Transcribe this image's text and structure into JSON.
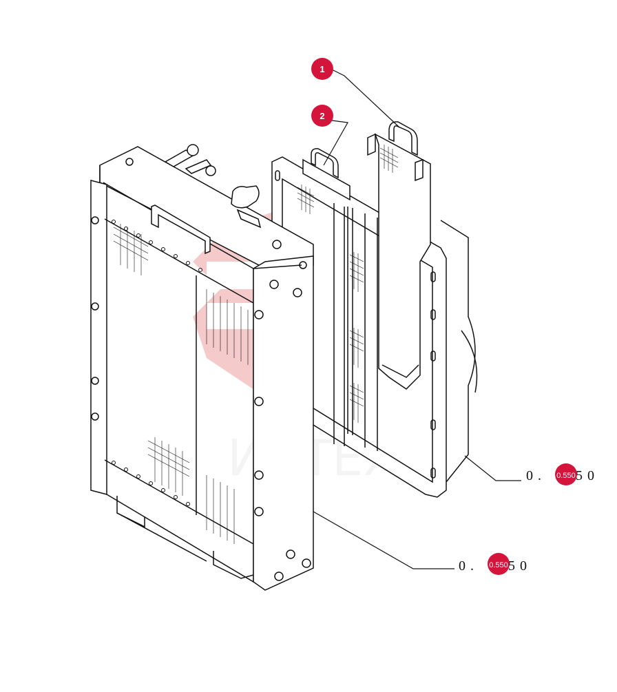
{
  "callouts": [
    {
      "label": "1"
    },
    {
      "label": "2"
    }
  ],
  "references": [
    {
      "prefix": "0 .",
      "badge": "0.550",
      "suffix": "5 0"
    },
    {
      "prefix": "0 .",
      "badge": "0.550",
      "suffix": "5 0"
    }
  ],
  "watermark": {
    "text": "ИНТЕХ",
    "icon": "gear-logo-icon"
  },
  "colors": {
    "badge": "#d4143a",
    "line": "#111111",
    "watermark": "#e8a0a0"
  }
}
